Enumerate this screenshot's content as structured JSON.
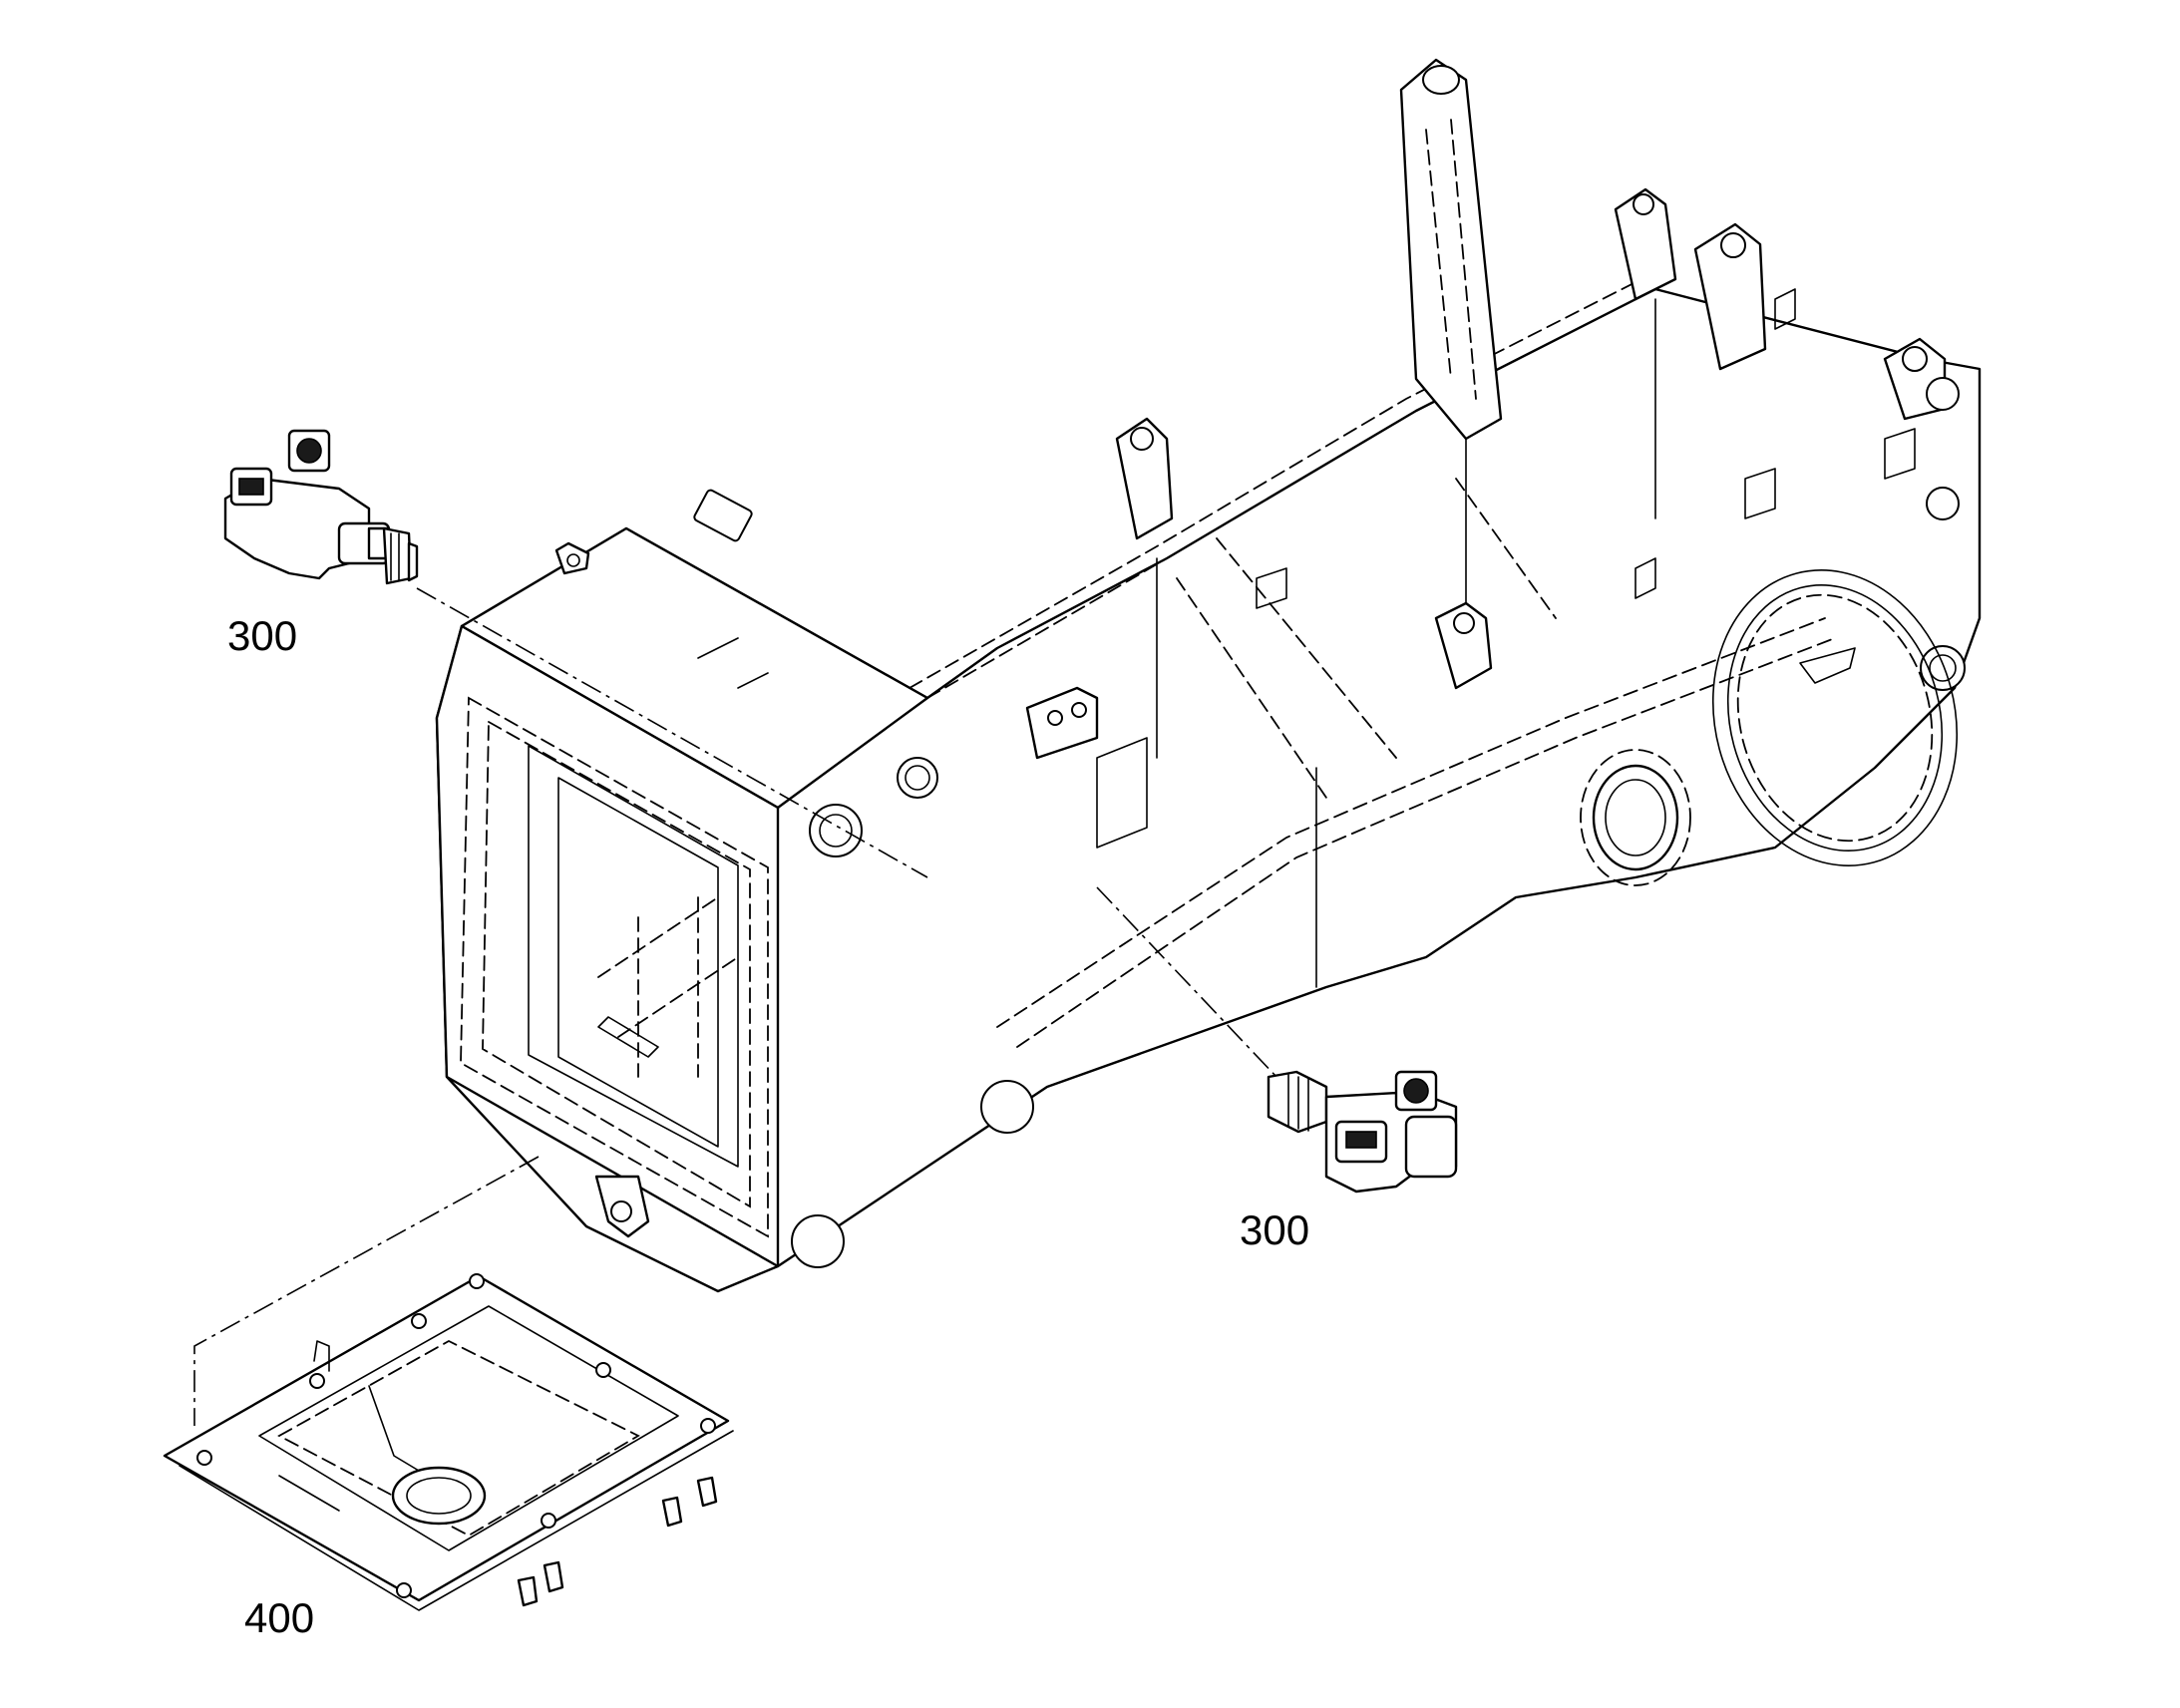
{
  "callouts": [
    {
      "id": "left-pin-assembly",
      "text": "300"
    },
    {
      "id": "right-pin-assembly",
      "text": "300"
    },
    {
      "id": "bottom-guard-plate",
      "text": "400"
    }
  ]
}
